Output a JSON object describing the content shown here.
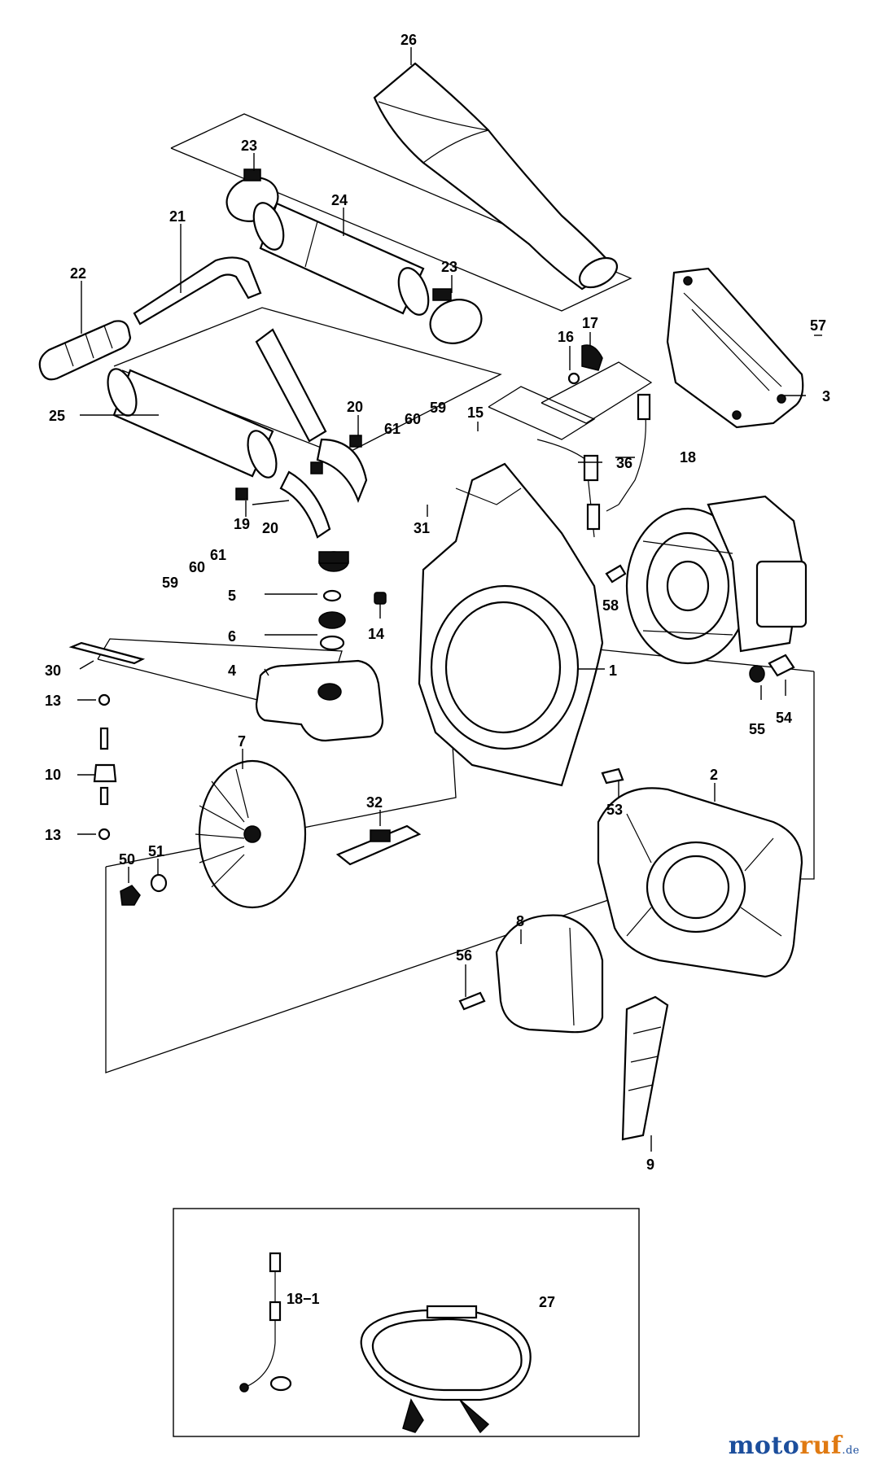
{
  "diagram": {
    "labels": [
      {
        "id": "26",
        "text": "26"
      },
      {
        "id": "23a",
        "text": "23"
      },
      {
        "id": "24",
        "text": "24"
      },
      {
        "id": "21",
        "text": "21"
      },
      {
        "id": "22",
        "text": "22"
      },
      {
        "id": "23b",
        "text": "23"
      },
      {
        "id": "57",
        "text": "57"
      },
      {
        "id": "3",
        "text": "3"
      },
      {
        "id": "16",
        "text": "16"
      },
      {
        "id": "17",
        "text": "17"
      },
      {
        "id": "25",
        "text": "25"
      },
      {
        "id": "20a",
        "text": "20"
      },
      {
        "id": "61a",
        "text": "61"
      },
      {
        "id": "60a",
        "text": "60"
      },
      {
        "id": "59a",
        "text": "59"
      },
      {
        "id": "15",
        "text": "15"
      },
      {
        "id": "18",
        "text": "18"
      },
      {
        "id": "36",
        "text": "36"
      },
      {
        "id": "20b",
        "text": "20"
      },
      {
        "id": "19",
        "text": "19"
      },
      {
        "id": "31",
        "text": "31"
      },
      {
        "id": "59b",
        "text": "59"
      },
      {
        "id": "60b",
        "text": "60"
      },
      {
        "id": "61b",
        "text": "61"
      },
      {
        "id": "5",
        "text": "5"
      },
      {
        "id": "58",
        "text": "58"
      },
      {
        "id": "14",
        "text": "14"
      },
      {
        "id": "6",
        "text": "6"
      },
      {
        "id": "30",
        "text": "30"
      },
      {
        "id": "4",
        "text": "4"
      },
      {
        "id": "1",
        "text": "1"
      },
      {
        "id": "13a",
        "text": "13"
      },
      {
        "id": "55",
        "text": "55"
      },
      {
        "id": "54",
        "text": "54"
      },
      {
        "id": "7",
        "text": "7"
      },
      {
        "id": "10",
        "text": "10"
      },
      {
        "id": "53",
        "text": "53"
      },
      {
        "id": "2",
        "text": "2"
      },
      {
        "id": "32",
        "text": "32"
      },
      {
        "id": "13b",
        "text": "13"
      },
      {
        "id": "50",
        "text": "50"
      },
      {
        "id": "51",
        "text": "51"
      },
      {
        "id": "8",
        "text": "8"
      },
      {
        "id": "56",
        "text": "56"
      },
      {
        "id": "9",
        "text": "9"
      },
      {
        "id": "18-1",
        "text": "18−1"
      },
      {
        "id": "27",
        "text": "27"
      }
    ]
  },
  "watermark": {
    "part1": "moto",
    "part2": "ruf",
    "part3": ".de"
  }
}
